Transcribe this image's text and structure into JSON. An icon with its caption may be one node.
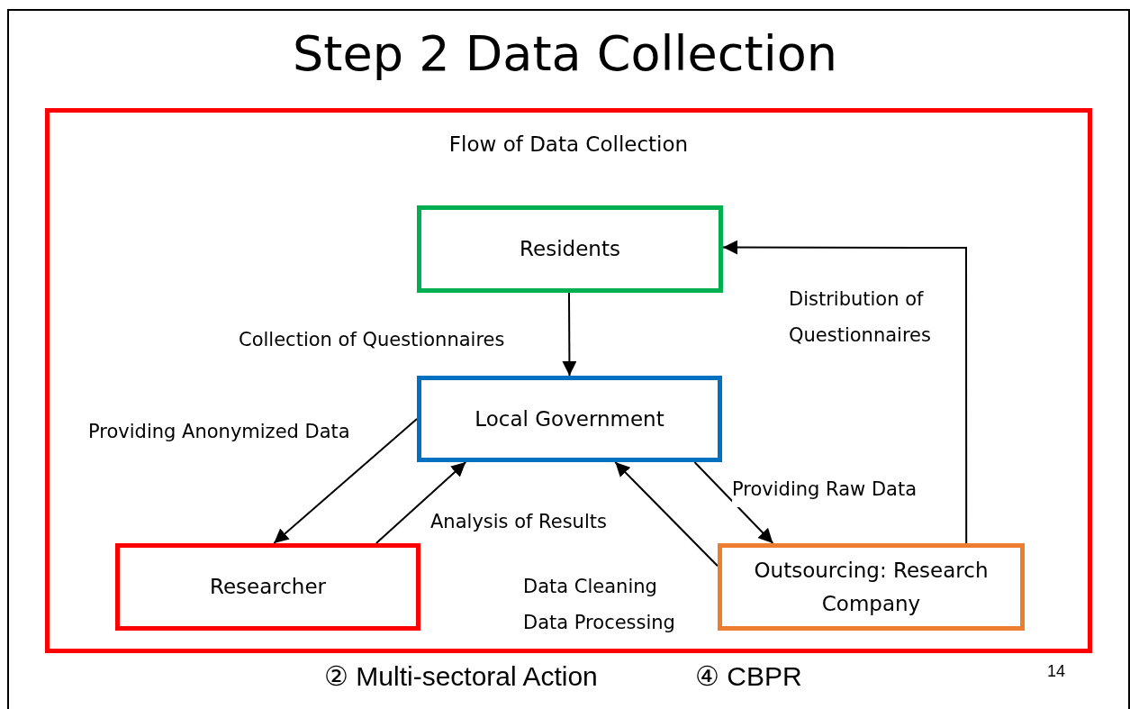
{
  "diagram": {
    "title": "Step 2 Data Collection",
    "nodes": [
      {
        "text": [
          "Flow of Data Collection"
        ]
      },
      {
        "text": [
          "Residents"
        ],
        "in": 0
      },
      {
        "text": [
          "Local Government"
        ],
        "in": 0
      },
      {
        "text": [
          "Researcher"
        ],
        "in": 0
      },
      {
        "text": [
          "Outsourcing: Research Company"
        ],
        "in": 0
      }
    ],
    "edges": [
      {
        "from": 1,
        "to": 2,
        "arrow": "to",
        "label": "Collection of Questionnaires"
      },
      {
        "from": 2,
        "to": 3,
        "arrow": "to",
        "label": "Providing Anonymized Data"
      },
      {
        "from": 3,
        "to": 2,
        "arrow": "to",
        "label": "Analysis of Results"
      },
      {
        "from": 2,
        "to": 4,
        "arrow": "to",
        "label": "Providing Raw Data"
      },
      {
        "from": 4,
        "to": 2,
        "arrow": "to",
        "label": "Data Cleaning Data Processing"
      },
      {
        "from": 4,
        "to": 1,
        "arrow": "to",
        "label": "Distribution of Questionnaires"
      }
    ],
    "labels": [
      "② Multi-sectoral Action",
      "④ CBPR",
      "14"
    ]
  }
}
